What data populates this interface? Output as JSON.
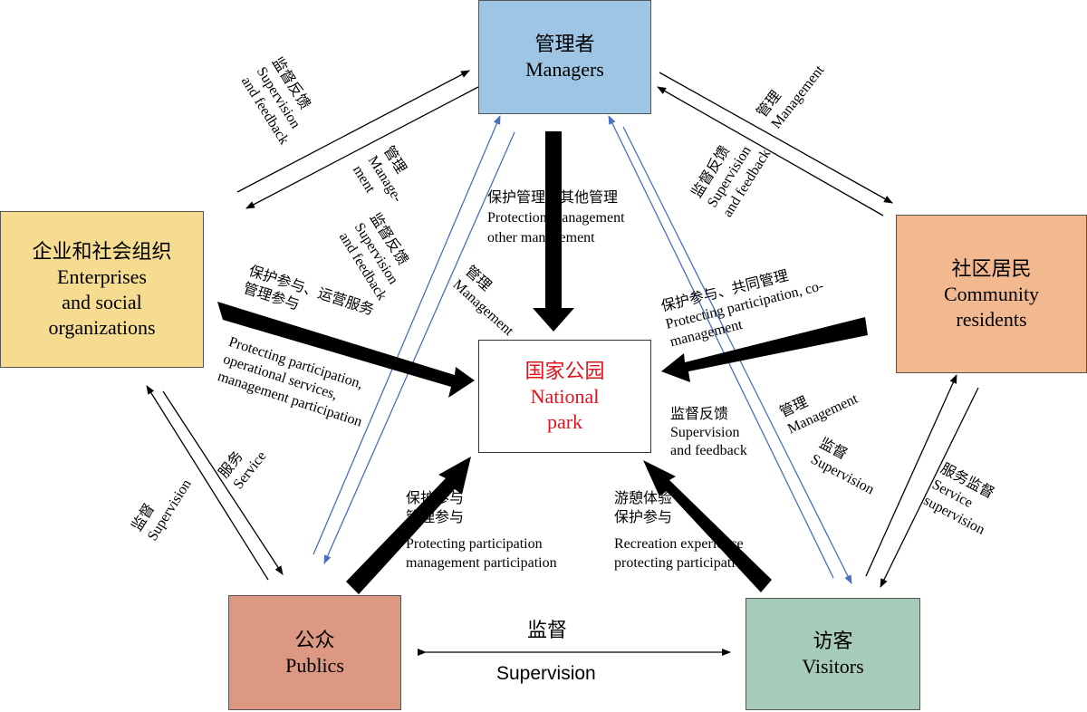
{
  "nodes": {
    "managers": {
      "zh": "管理者",
      "en": "Managers",
      "fill": "#9ec6e4"
    },
    "enterprises": {
      "zh": "企业和社会组织",
      "en1": "Enterprises",
      "en2": "and social",
      "en3": "organizations",
      "fill": "#f5dc91"
    },
    "community": {
      "zh": "社区居民",
      "en1": "Community",
      "en2": "residents",
      "fill": "#f2b991"
    },
    "park": {
      "zh": "国家公园",
      "en1": "National",
      "en2": "park",
      "color": "#e0141e"
    },
    "publics": {
      "zh": "公众",
      "en": "Publics",
      "fill": "#dc9883"
    },
    "visitors": {
      "zh": "访客",
      "en": "Visitors",
      "fill": "#a7cbb9"
    }
  },
  "labels": {
    "ent_mgr_supervision": [
      "监督反馈",
      "Supervision",
      "and feedback"
    ],
    "mgr_ent_management": [
      "管理",
      "Manage-",
      "ment"
    ],
    "mgr_comm_management": [
      "管理",
      "Management"
    ],
    "comm_mgr_supervision": [
      "监督反馈",
      "Supervision",
      "and feedback"
    ],
    "mgr_park": [
      "保护管理、其他管理",
      "Protection management",
      "other management"
    ],
    "ent_park_zh": [
      "保护参与、运营服务",
      "管理参与"
    ],
    "ent_park_en": [
      "Protecting participation,",
      "operational services,",
      "management participation"
    ],
    "pub_mgr_supervision": [
      "监督反馈",
      "Supervision",
      "and feedback"
    ],
    "mgr_pub_management": [
      "管理",
      "Management"
    ],
    "comm_park": [
      "保护参与、共同管理",
      "Protecting participation, co-",
      "management"
    ],
    "mgr_vis_management": [
      "管理",
      "Management"
    ],
    "vis_mgr_supervision": [
      "监督反馈",
      "Supervision",
      "and feedback"
    ],
    "ent_pub_supervision": [
      "监督",
      "Supervision"
    ],
    "ent_pub_service": [
      "服务",
      "Service"
    ],
    "vis_comm_supervision": [
      "监督",
      "Supervision"
    ],
    "comm_vis_service": [
      "服务监督",
      "Service",
      "supervision"
    ],
    "pub_park": [
      "保护参与",
      "管理参与",
      "Protecting participation",
      "management participation"
    ],
    "vis_park": [
      "游憩体验",
      "保护参与",
      "Recreation experience",
      "protecting participation"
    ],
    "pub_vis_zh": "监督",
    "pub_vis_en": "Supervision"
  }
}
